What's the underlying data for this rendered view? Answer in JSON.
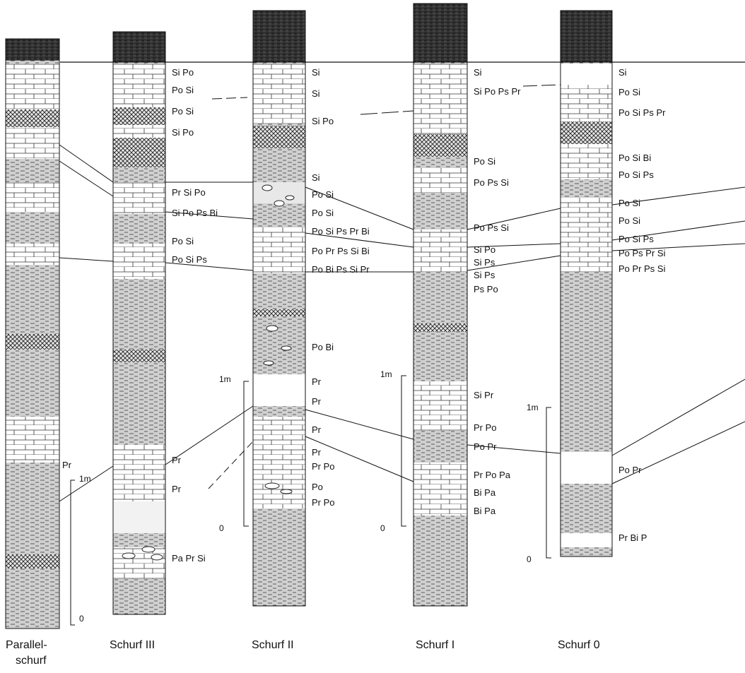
{
  "profiles": [
    {
      "id": "parallelschurf",
      "name_line1": "Parallel-",
      "name_line2": "schurf",
      "labels": [
        "Pr"
      ],
      "scale": {
        "top": "1m",
        "bottom": "0"
      }
    },
    {
      "id": "schurf-iii",
      "name": "Schurf III",
      "labels": [
        "Si Po",
        "Po Si",
        "Po Si",
        "Si Po",
        "Pr Si Po",
        "Si Po Ps Bi",
        "Po Si",
        "Po Si Ps",
        "Pr",
        "Pr",
        "Pa Pr Si"
      ]
    },
    {
      "id": "schurf-ii",
      "name": "Schurf II",
      "labels": [
        "Si",
        "Si",
        "Si Po",
        "Si",
        "Po Si",
        "Po Si",
        "Po Si Ps Pr Bi",
        "Po Pr Ps Si Bi",
        "Po Bi Ps Si Pr",
        "Po Bi",
        "Pr",
        "Pr",
        "Pr",
        "Pr",
        "Pr Po",
        "Po",
        "Pr Po"
      ],
      "scale": {
        "top": "1m",
        "bottom": "0"
      }
    },
    {
      "id": "schurf-i",
      "name": "Schurf I",
      "labels": [
        "Si",
        "Si Po Ps Pr",
        "Po Si",
        "Po Ps Si",
        "Po Ps Si",
        "Si Po",
        "Si Ps",
        "Si Ps",
        "Ps Po",
        "Si Pr",
        "Pr Po",
        "Po Pr",
        "Pr Po Pa",
        "Bi Pa",
        "Bi Pa"
      ],
      "scale": {
        "top": "1m",
        "bottom": "0"
      }
    },
    {
      "id": "schurf-0",
      "name": "Schurf 0",
      "labels": [
        "Si",
        "Po Si",
        "Po Si Ps Pr",
        "Po Si Bi",
        "Po Si Ps",
        "Po Si",
        "Po Si",
        "Po Si Ps",
        "Po Ps Pr Si",
        "Po Pr Ps Si",
        "Po Pr",
        "Pr Bi P"
      ],
      "scale": {
        "top": "1m",
        "bottom": "0"
      }
    }
  ]
}
